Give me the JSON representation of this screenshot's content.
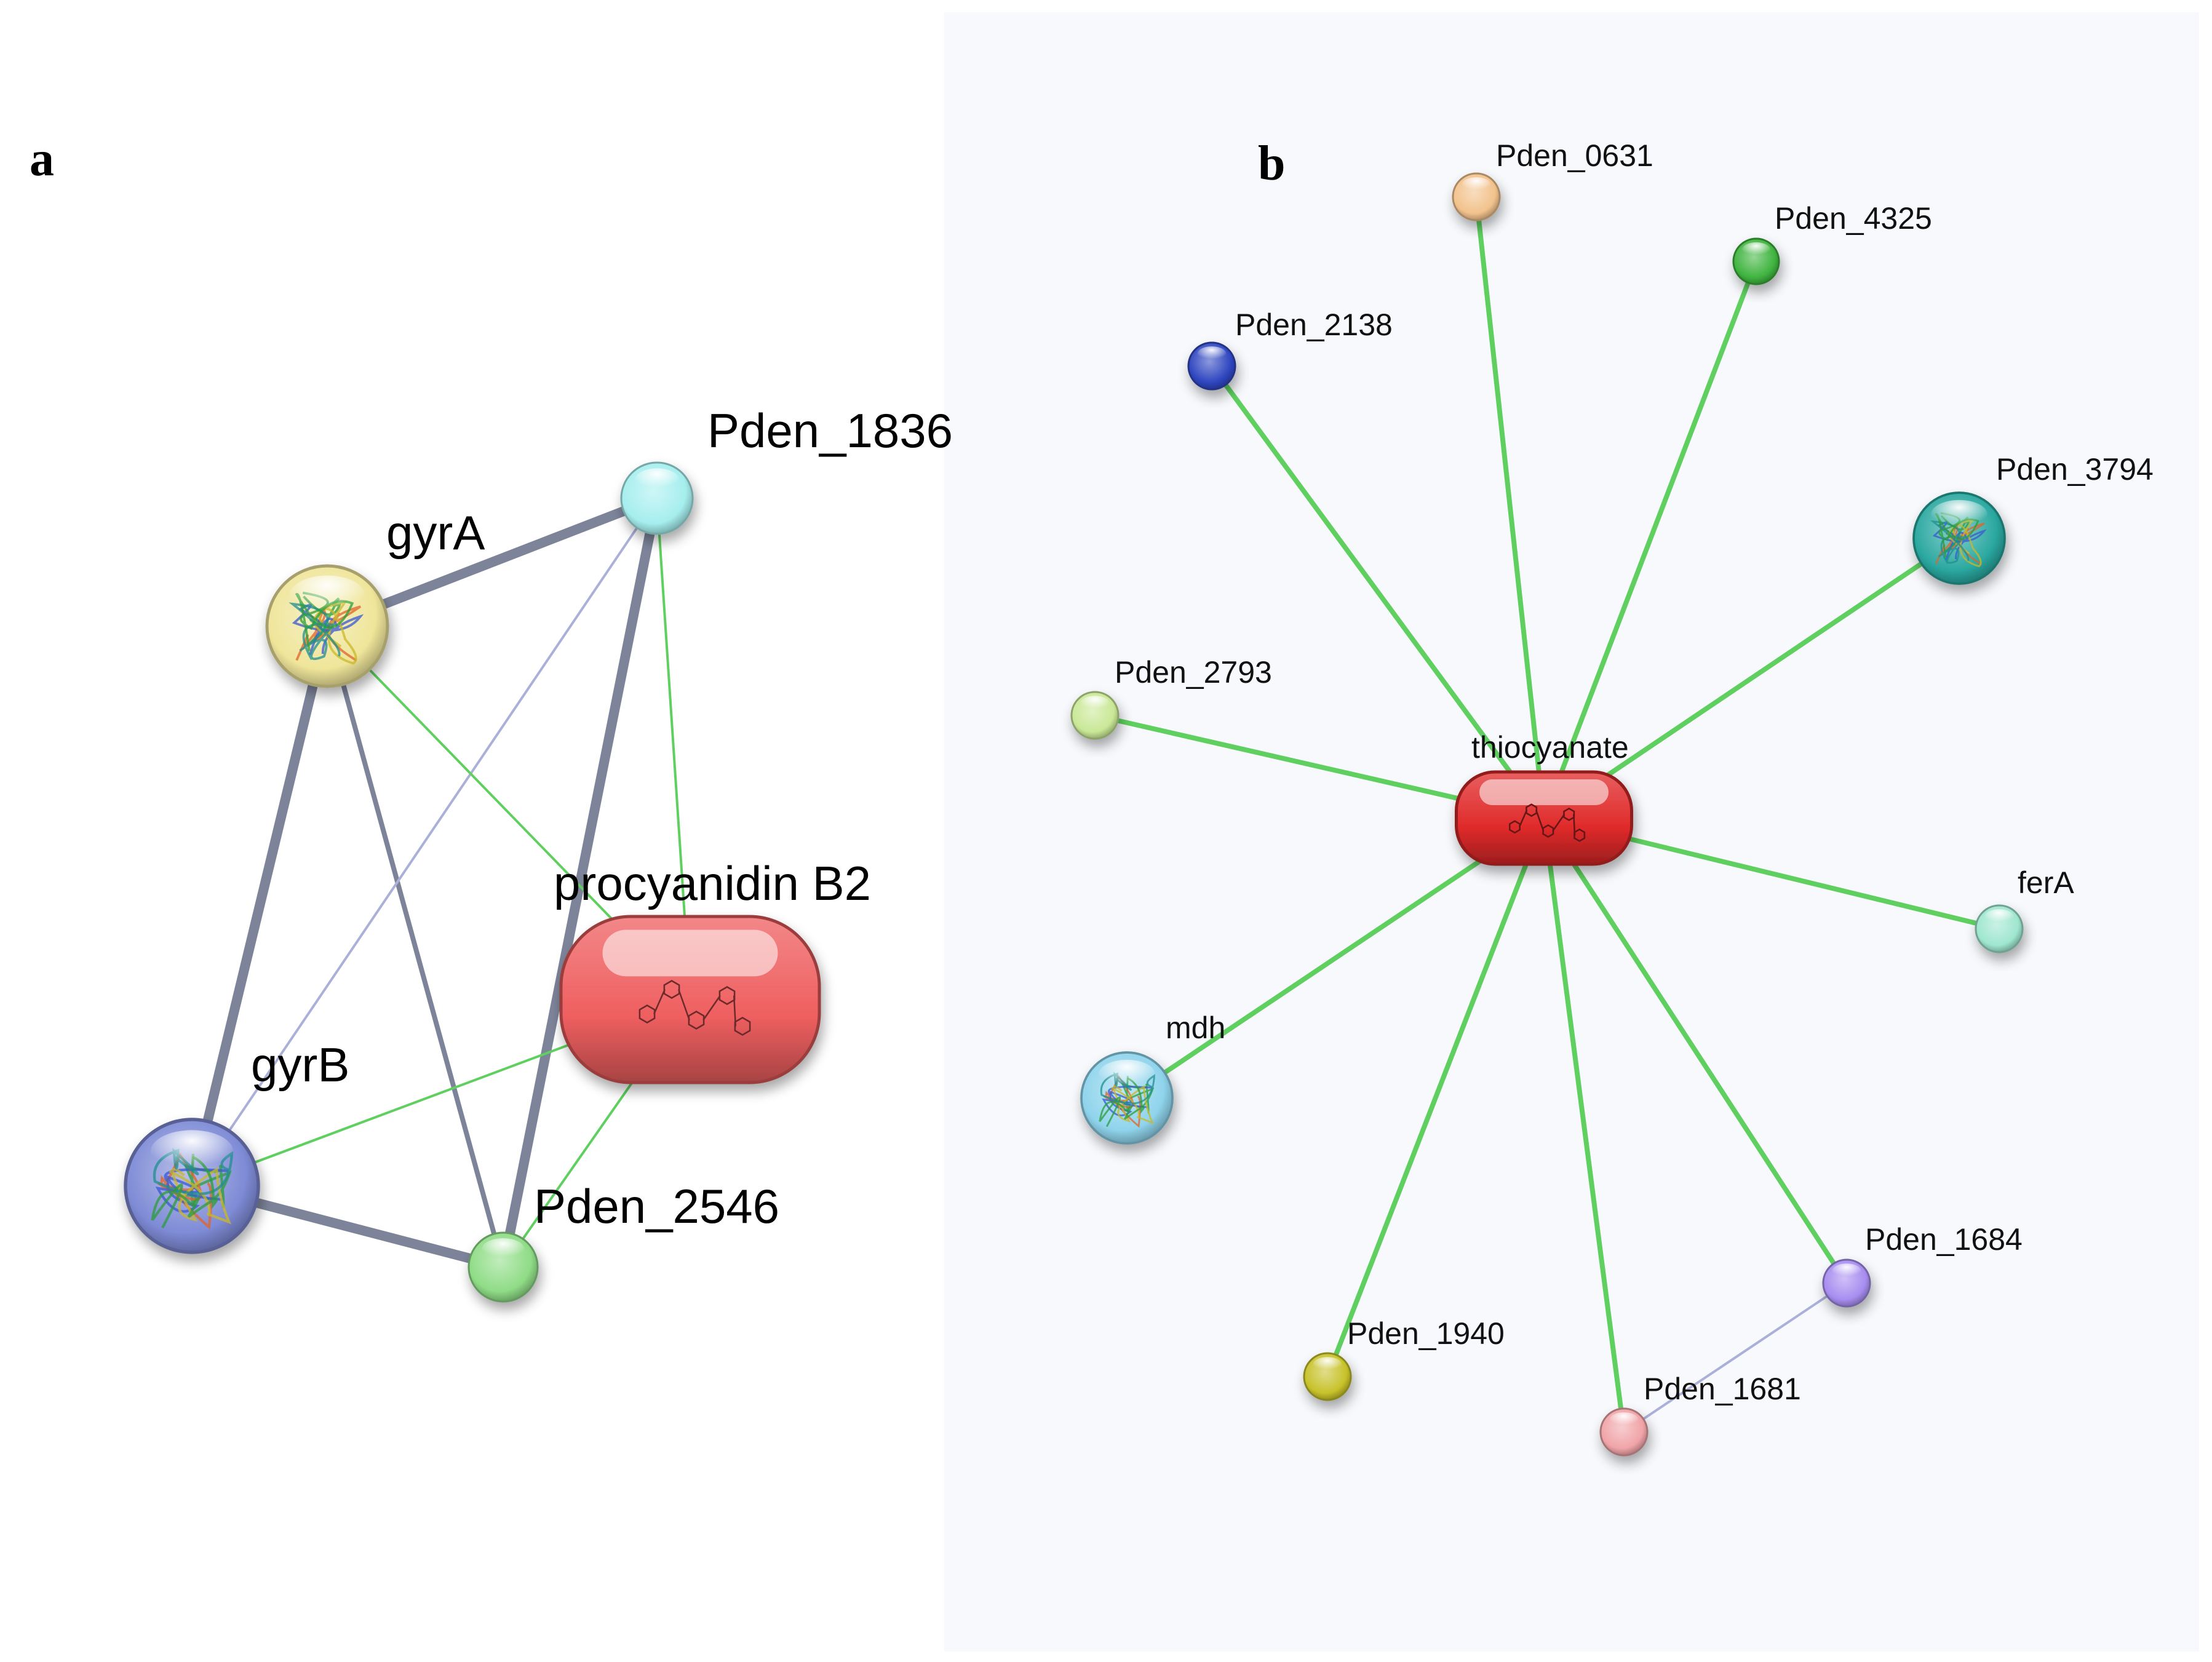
{
  "panels": [
    {
      "letter": "a",
      "nodes": {
        "gyrA": {
          "label": "gyrA",
          "color": "#efe59a",
          "shape": "sphere",
          "structure": true
        },
        "Pden_1836": {
          "label": "Pden_1836",
          "color": "#a6eeee",
          "shape": "sphere"
        },
        "gyrB": {
          "label": "gyrB",
          "color": "#7e8bd6",
          "shape": "sphere",
          "structure": true
        },
        "Pden_2546": {
          "label": "Pden_2546",
          "color": "#8fdc86",
          "shape": "sphere"
        },
        "procyanidin_B2": {
          "label": "procyanidin B2",
          "color": "#ef5f60",
          "shape": "pill",
          "compound": true
        }
      },
      "edges": [
        {
          "from": "gyrA",
          "to": "Pden_1836",
          "kind": "protein",
          "weight": "strong"
        },
        {
          "from": "gyrA",
          "to": "gyrB",
          "kind": "protein",
          "weight": "strong"
        },
        {
          "from": "gyrB",
          "to": "Pden_2546",
          "kind": "protein",
          "weight": "strong"
        },
        {
          "from": "Pden_1836",
          "to": "Pden_2546",
          "kind": "protein",
          "weight": "strong"
        },
        {
          "from": "gyrA",
          "to": "Pden_2546",
          "kind": "protein",
          "weight": "medium"
        },
        {
          "from": "Pden_1836",
          "to": "gyrB",
          "kind": "protein",
          "weight": "weak"
        },
        {
          "from": "gyrA",
          "to": "procyanidin_B2",
          "kind": "chemical",
          "weight": "weak"
        },
        {
          "from": "Pden_1836",
          "to": "procyanidin_B2",
          "kind": "chemical",
          "weight": "weak"
        },
        {
          "from": "gyrB",
          "to": "procyanidin_B2",
          "kind": "chemical",
          "weight": "weak"
        },
        {
          "from": "Pden_2546",
          "to": "procyanidin_B2",
          "kind": "chemical",
          "weight": "weak"
        }
      ]
    },
    {
      "letter": "b",
      "background": "#f7f9fc",
      "nodes": {
        "thiocyanate": {
          "label": "thiocyanate",
          "color": "#e02a2a",
          "shape": "pill",
          "compound": true
        },
        "Pden_0631": {
          "label": "Pden_0631",
          "color": "#f2c28c",
          "shape": "sphere"
        },
        "Pden_4325": {
          "label": "Pden_4325",
          "color": "#3fb43f",
          "shape": "sphere"
        },
        "Pden_2138": {
          "label": "Pden_2138",
          "color": "#2f46c0",
          "shape": "sphere"
        },
        "Pden_3794": {
          "label": "Pden_3794",
          "color": "#2aa8a0",
          "shape": "sphere",
          "structure": true
        },
        "Pden_2793": {
          "label": "Pden_2793",
          "color": "#c9e896",
          "shape": "sphere"
        },
        "ferA": {
          "label": "ferA",
          "color": "#9fe6cf",
          "shape": "sphere"
        },
        "mdh": {
          "label": "mdh",
          "color": "#8fd4ec",
          "shape": "sphere",
          "structure": true
        },
        "Pden_1684": {
          "label": "Pden_1684",
          "color": "#a78df0",
          "shape": "sphere"
        },
        "Pden_1940": {
          "label": "Pden_1940",
          "color": "#c7c22a",
          "shape": "sphere"
        },
        "Pden_1681": {
          "label": "Pden_1681",
          "color": "#f0a4a8",
          "shape": "sphere"
        }
      },
      "edges": [
        {
          "from": "thiocyanate",
          "to": "Pden_0631",
          "kind": "chemical",
          "weight": "medium"
        },
        {
          "from": "thiocyanate",
          "to": "Pden_4325",
          "kind": "chemical",
          "weight": "medium"
        },
        {
          "from": "thiocyanate",
          "to": "Pden_2138",
          "kind": "chemical",
          "weight": "medium"
        },
        {
          "from": "thiocyanate",
          "to": "Pden_3794",
          "kind": "chemical",
          "weight": "medium"
        },
        {
          "from": "thiocyanate",
          "to": "Pden_2793",
          "kind": "chemical",
          "weight": "medium"
        },
        {
          "from": "thiocyanate",
          "to": "ferA",
          "kind": "chemical",
          "weight": "medium"
        },
        {
          "from": "thiocyanate",
          "to": "mdh",
          "kind": "chemical",
          "weight": "medium"
        },
        {
          "from": "thiocyanate",
          "to": "Pden_1684",
          "kind": "chemical",
          "weight": "medium"
        },
        {
          "from": "thiocyanate",
          "to": "Pden_1940",
          "kind": "chemical",
          "weight": "medium"
        },
        {
          "from": "thiocyanate",
          "to": "Pden_1681",
          "kind": "chemical",
          "weight": "medium"
        },
        {
          "from": "Pden_1684",
          "to": "Pden_1681",
          "kind": "protein",
          "weight": "weak"
        }
      ]
    }
  ],
  "colors": {
    "protein_edge": "#7d849a",
    "protein_edge_light": "#aab0d8",
    "chemical_edge": "#5fd05f",
    "label": "#000000"
  }
}
